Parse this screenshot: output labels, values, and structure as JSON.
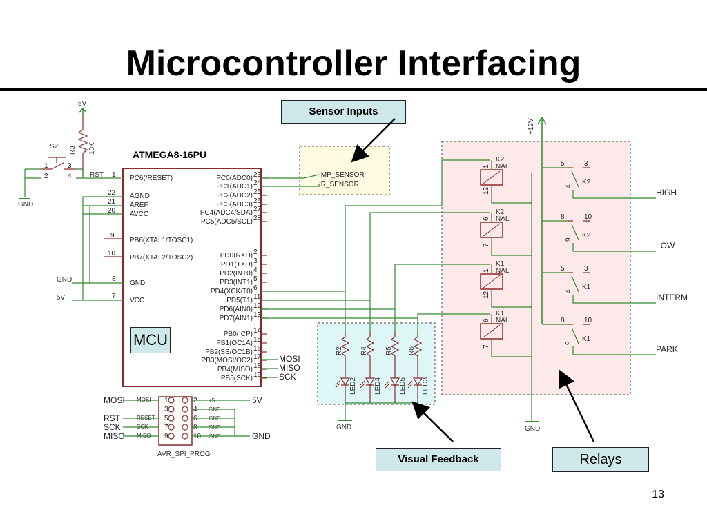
{
  "slide": {
    "title": "Microcontroller Interfacing",
    "page_number": "13"
  },
  "callouts": {
    "sensor_inputs": "Sensor Inputs",
    "visual_feedback": "Visual Feedback",
    "relays": "Relays",
    "mcu": "MCU"
  },
  "mcu": {
    "name": "ATMEGA8-16PU",
    "left_pins": [
      {
        "num": "1",
        "name": "PC6(/RESET)"
      },
      {
        "num": "22",
        "name": "AGND"
      },
      {
        "num": "21",
        "name": "AREF"
      },
      {
        "num": "20",
        "name": "AVCC"
      },
      {
        "num": "9",
        "name": "PB6(XTAL1/TOSC1)"
      },
      {
        "num": "10",
        "name": "PB7(XTAL2/TOSC2)"
      },
      {
        "num": "8",
        "name": "GND"
      },
      {
        "num": "7",
        "name": "VCC"
      }
    ],
    "right_pins": [
      {
        "num": "23",
        "name": "PC0(ADC0)"
      },
      {
        "num": "24",
        "name": "PC1(ADC1)"
      },
      {
        "num": "25",
        "name": "PC2(ADC2)"
      },
      {
        "num": "26",
        "name": "PC3(ADC3)"
      },
      {
        "num": "27",
        "name": "PC4(ADC4/SDA)"
      },
      {
        "num": "28",
        "name": "PC5(ADC5/SCL)"
      },
      {
        "num": "2",
        "name": "PD0(RXD)"
      },
      {
        "num": "3",
        "name": "PD1(TXD)"
      },
      {
        "num": "4",
        "name": "PD2(INT0)"
      },
      {
        "num": "5",
        "name": "PD3(INT1)"
      },
      {
        "num": "6",
        "name": "PD4(XCK/T0)"
      },
      {
        "num": "11",
        "name": "PD5(T1)"
      },
      {
        "num": "12",
        "name": "PD6(AIN0)"
      },
      {
        "num": "13",
        "name": "PD7(AIN1)"
      },
      {
        "num": "14",
        "name": "PB0(ICP)"
      },
      {
        "num": "15",
        "name": "PB1(OC1A)"
      },
      {
        "num": "16",
        "name": "PB2(SS/OC1B)"
      },
      {
        "num": "17",
        "name": "PB3(MOSI/OC2)"
      },
      {
        "num": "18",
        "name": "PB4(MISO)"
      },
      {
        "num": "19",
        "name": "PB5(SCK)"
      }
    ],
    "spi_labels": [
      "MOSI",
      "MISO",
      "SCK"
    ]
  },
  "power": {
    "v5": "5V",
    "v12": "+12V",
    "gnd": "GND",
    "r3": "R3",
    "r3_value": "10K",
    "s2": "S2",
    "rst": "RST",
    "s2_pins": [
      "1",
      "2",
      "3",
      "4"
    ]
  },
  "sensors": [
    "IMP_SENSOR",
    "IR_SENSOR"
  ],
  "leds": {
    "resistors": [
      "R2",
      "R4",
      "R5",
      "R6"
    ],
    "diodes": [
      "LED2",
      "LED4",
      "LED5",
      "LED3"
    ]
  },
  "relays": {
    "coils": [
      {
        "ref": "K2",
        "type": "NAL",
        "pin_a": "1",
        "pin_b": "12"
      },
      {
        "ref": "K2",
        "type": "NAL",
        "pin_a": "6",
        "pin_b": "7"
      },
      {
        "ref": "K1",
        "type": "NAL",
        "pin_a": "1",
        "pin_b": "12"
      },
      {
        "ref": "K1",
        "type": "NAL",
        "pin_a": "6",
        "pin_b": "7"
      }
    ],
    "contacts": [
      {
        "ref": "K2",
        "p1": "5",
        "p2": "3",
        "p3": "4",
        "out": "HIGH"
      },
      {
        "ref": "K2",
        "p1": "8",
        "p2": "10",
        "p3": "9",
        "out": "LOW"
      },
      {
        "ref": "K1",
        "p1": "5",
        "p2": "3",
        "p3": "4",
        "out": "INTERM"
      },
      {
        "ref": "K1",
        "p1": "8",
        "p2": "10",
        "p3": "9",
        "out": "PARK"
      }
    ]
  },
  "header": {
    "name": "AVR_SPI_PROG",
    "left_signals": [
      "MOSI",
      "RST",
      "SCK",
      "MISO"
    ],
    "left_pin_labels": [
      "MOSI",
      "RESET",
      "SCK",
      "MISO"
    ],
    "pins_odd": [
      "1",
      "3",
      "5",
      "7",
      "9"
    ],
    "pins_even": [
      "2",
      "4",
      "6",
      "8",
      "10"
    ],
    "right_pin_labels": [
      "+5",
      "GND",
      "GND",
      "GND",
      "GND"
    ],
    "right_signals": [
      "5V",
      "GND"
    ]
  }
}
